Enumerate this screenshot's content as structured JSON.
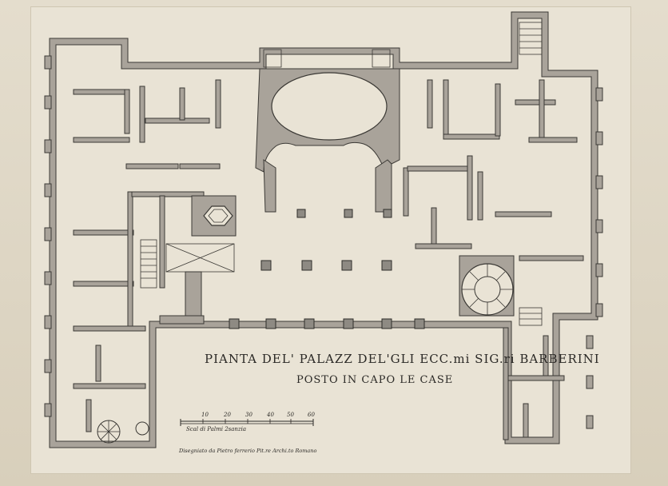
{
  "plan": {
    "title_line1": "PIANTA DEL' PALAZZ DEL'GLI ECC.mi SIG.ri BARBERINI",
    "title_line2": "POSTO IN CAPO LE CASE"
  },
  "scale_bar": {
    "label": "Scal di Palmi 2sanzia",
    "ticks": [
      "10",
      "20",
      "30",
      "40",
      "50",
      "60"
    ]
  },
  "credit": "Disegniato da Pietro ferrerio Pit.re Archi.to Romano",
  "colors": {
    "paper": "#e9e3d5",
    "ink": "#2b2926",
    "wall_fill": "#a9a39a"
  }
}
